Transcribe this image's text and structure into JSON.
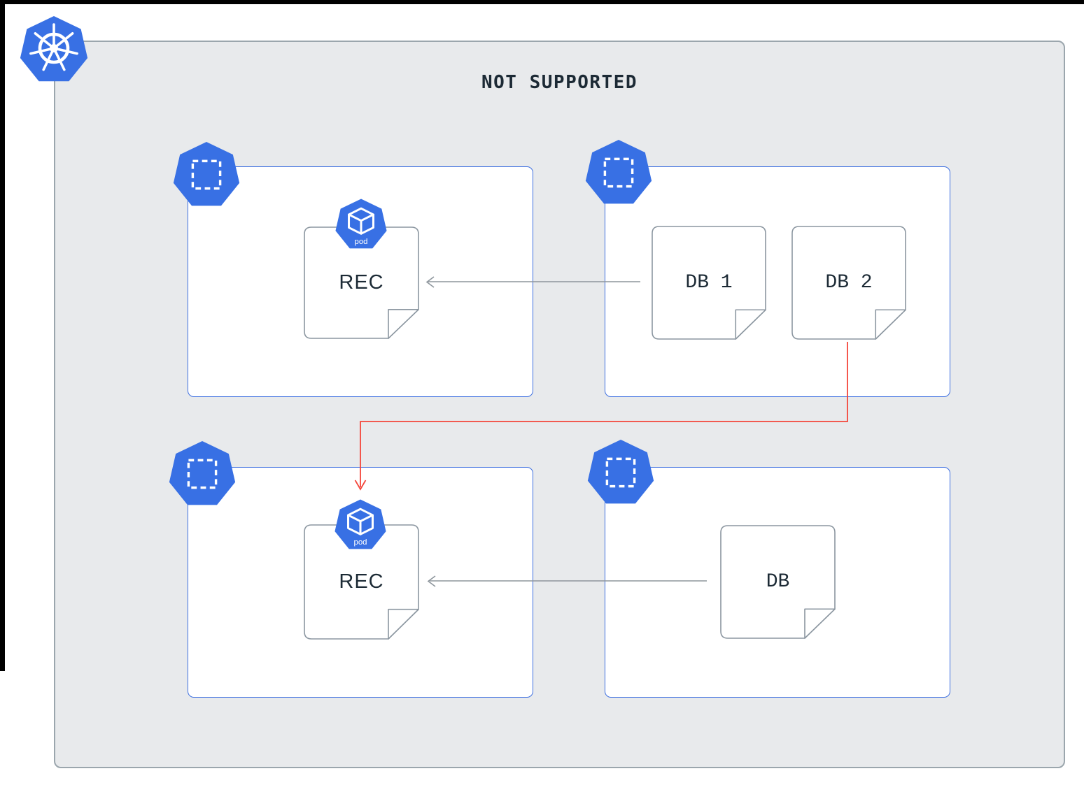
{
  "title": "NOT SUPPORTED",
  "namespaces": [
    {
      "position": "top-left",
      "files": [
        {
          "label": "REC",
          "badge": "pod"
        }
      ]
    },
    {
      "position": "top-right",
      "files": [
        {
          "label": "DB 1"
        },
        {
          "label": "DB 2"
        }
      ]
    },
    {
      "position": "bottom-left",
      "files": [
        {
          "label": "REC",
          "badge": "pod"
        }
      ]
    },
    {
      "position": "bottom-right",
      "files": [
        {
          "label": "DB"
        }
      ]
    }
  ],
  "connections": [
    {
      "from": "DB 1",
      "to": "REC",
      "row": "top",
      "color": "gray"
    },
    {
      "from": "DB",
      "to": "REC",
      "row": "bottom",
      "color": "gray"
    },
    {
      "from": "DB 2",
      "to": "REC",
      "row": "cross",
      "color": "red"
    }
  ],
  "colors": {
    "kubernetes_blue": "#3870e4",
    "namespace_border_blue": "#3d6fe0",
    "canvas_background": "#e8eaec",
    "canvas_border": "#9ba6ad",
    "file_border": "#8b96a0",
    "arrow_gray": "#8d959c",
    "arrow_red": "#f4453a",
    "text_color": "#1c2a35"
  }
}
